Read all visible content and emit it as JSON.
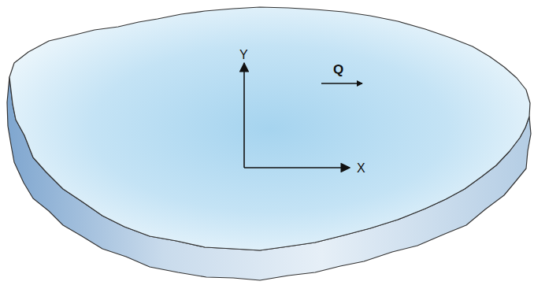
{
  "diagram": {
    "labels": [
      "Y",
      "X",
      "Q"
    ]
  }
}
